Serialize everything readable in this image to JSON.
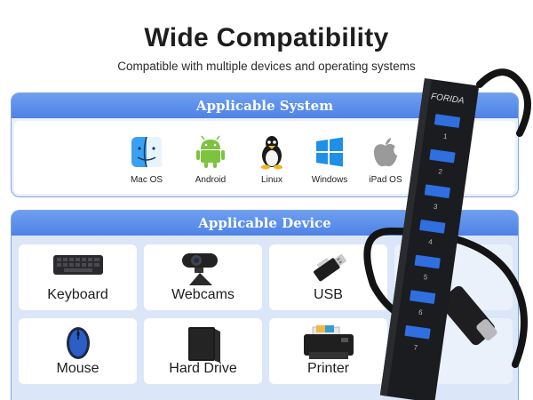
{
  "header": {
    "title": "Wide Compatibility",
    "subtitle": "Compatible with multiple devices and operating systems"
  },
  "system": {
    "heading": "Applicable System",
    "items": [
      {
        "label": "Mac OS",
        "icon": "finder-icon"
      },
      {
        "label": "Android",
        "icon": "android-icon"
      },
      {
        "label": "Linux",
        "icon": "linux-penguin-icon"
      },
      {
        "label": "Windows",
        "icon": "windows-icon"
      },
      {
        "label": "iPad OS",
        "icon": "apple-icon"
      }
    ]
  },
  "device": {
    "heading": "Applicable Device",
    "items": [
      {
        "label": "Keyboard",
        "icon": "keyboard-icon"
      },
      {
        "label": "Webcams",
        "icon": "webcam-icon"
      },
      {
        "label": "USB",
        "icon": "usb-drive-icon"
      },
      {
        "label": "Mouse",
        "icon": "mouse-icon"
      },
      {
        "label": "Hard Drive",
        "icon": "hard-drive-icon"
      },
      {
        "label": "Printer",
        "icon": "printer-icon"
      }
    ]
  },
  "product": {
    "brand": "FORIDA",
    "ports": [
      "1",
      "2",
      "3",
      "4",
      "5",
      "6",
      "7"
    ]
  },
  "colors": {
    "accent": "#5a8df0",
    "panel_bg": "#dbe7f8",
    "hub_body": "#1b1c1f",
    "port_blue": "#2f6fe0"
  }
}
